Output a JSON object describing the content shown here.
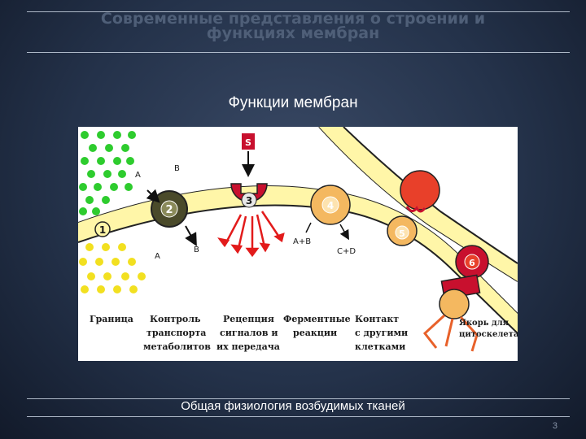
{
  "header": {
    "title": "Современные представления о строении и функциях мембран"
  },
  "subtitle": "Функции мембран",
  "figure": {
    "numbers": [
      "1",
      "2",
      "3",
      "4",
      "5",
      "6",
      "S"
    ],
    "labels": {
      "a_top": "A",
      "b_top": "B",
      "a_bottom": "A",
      "b_bottom": "B",
      "ab": "A+B",
      "cd": "C+D"
    },
    "captions": [
      [
        "Граница"
      ],
      [
        "Контроль",
        "транспорта",
        "метаболитов"
      ],
      [
        "Рецепция",
        "сигналов и",
        "их передача"
      ],
      [
        "Ферментные",
        "реакции"
      ],
      [
        "Контакт",
        "с другими",
        "клетками"
      ],
      [
        "Якорь для",
        "цитоскелета"
      ]
    ],
    "colors": {
      "membrane_fill": "#fff6a8",
      "membrane_edge": "#222222",
      "green_dots": "#2ecc2e",
      "yellow_dots": "#f2e020",
      "channel": "#4a4a2a",
      "receptor": "#c8102e",
      "enzyme": "#f4b860",
      "arrows": "#e21b1b"
    }
  },
  "footer": {
    "text": "Общая физиология возбудимых тканей",
    "page_number": "3"
  }
}
